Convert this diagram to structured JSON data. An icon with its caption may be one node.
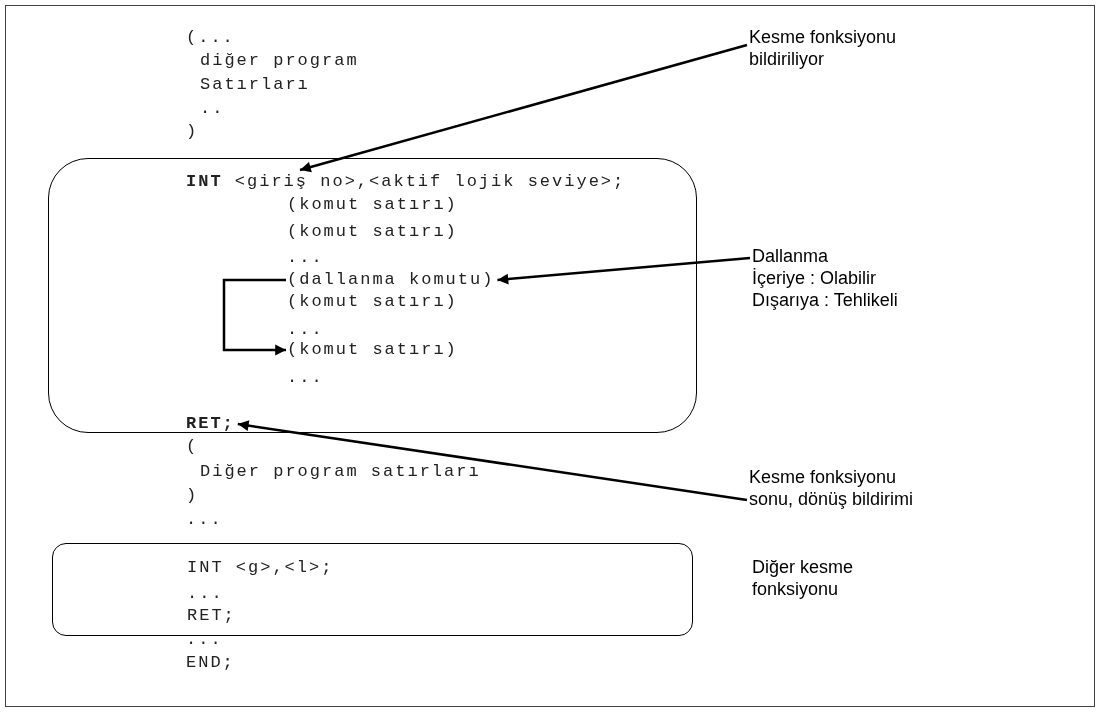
{
  "diagram": {
    "nodes": [
      {
        "text": [],
        "shape": "box"
      },
      {
        "text": [
          "**INT** <giriş no>,<aktif lojik seviye>;"
        ],
        "in": 0
      },
      {
        "text": [
          "(komut satırı)"
        ],
        "in": 0
      },
      {
        "text": [
          "(komut satırı)"
        ],
        "in": 0
      },
      {
        "text": [
          "..."
        ],
        "in": 0
      },
      {
        "text": [
          "(dallanma komutu)"
        ],
        "in": 0
      },
      {
        "text": [
          "(komut satırı)"
        ],
        "in": 0
      },
      {
        "text": [
          "..."
        ],
        "in": 0
      },
      {
        "text": [
          "(komut satırı)"
        ],
        "in": 0
      },
      {
        "text": [
          "..."
        ],
        "in": 0
      },
      {
        "text": [
          "RET;"
        ],
        "in": 0
      },
      {
        "text": [
          "Kesme fonksiyonu bildiriliyor"
        ]
      },
      {
        "text": [
          "Dallanma",
          "İçeriye : Olabilir",
          "Dışarıya : Tehlikeli"
        ]
      },
      {
        "text": [
          "Kesme fonksiyonu sonu, dönüş bildirimi"
        ]
      },
      {
        "text": [
          "INT <g>,<l>;",
          "...",
          "RET;"
        ]
      }
    ],
    "edges": [
      {
        "from": 11,
        "to": 1,
        "arrow": "to"
      },
      {
        "from": 5,
        "to": 8,
        "arrow": "to"
      },
      {
        "from": 12,
        "to": 5,
        "arrow": "to"
      },
      {
        "from": 13,
        "to": 10,
        "arrow": "to"
      }
    ],
    "labels": [
      "(...",
      "diğer program",
      "Satırları",
      "..",
      ")",
      "(",
      "Diğer program satırları",
      ")",
      "...",
      "Diğer kesme fonksiyonu",
      "...",
      "END;"
    ]
  }
}
